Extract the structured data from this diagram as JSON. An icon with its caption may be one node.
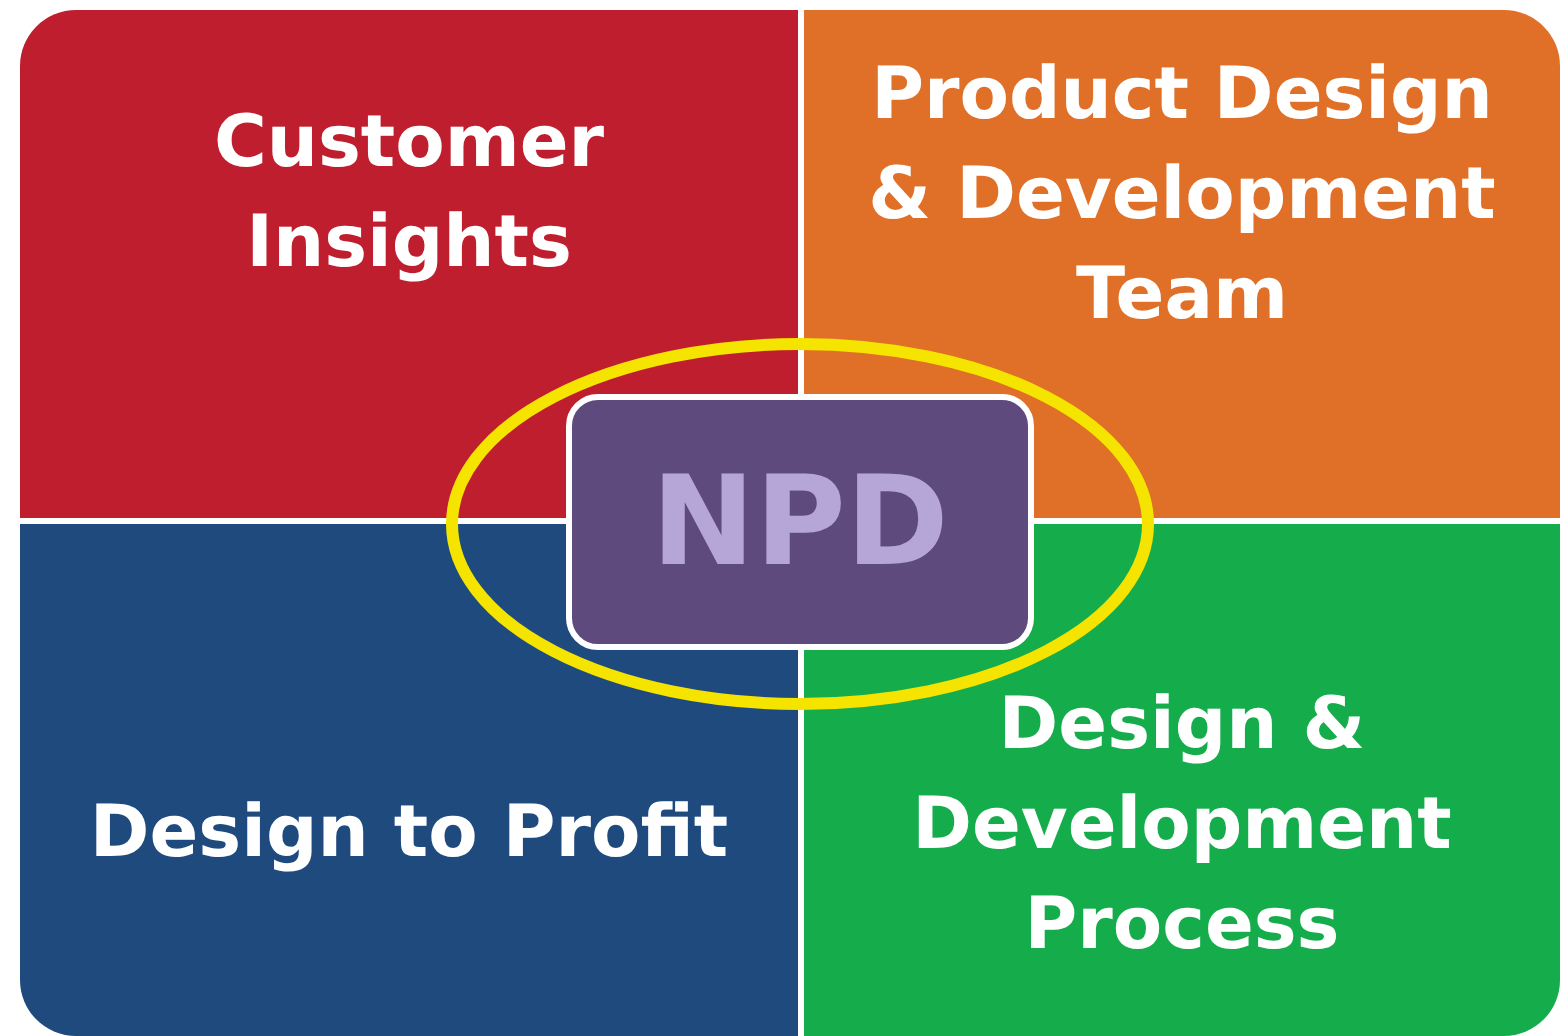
{
  "diagram": {
    "nodes": [
      {
        "text": [
          "Customer Insights"
        ]
      },
      {
        "text": [
          "Product Design & Development Team"
        ]
      },
      {
        "text": [
          "Design to Profit"
        ]
      },
      {
        "text": [
          "Design & Development Process"
        ]
      },
      {
        "text": [
          "NPD"
        ]
      }
    ]
  }
}
